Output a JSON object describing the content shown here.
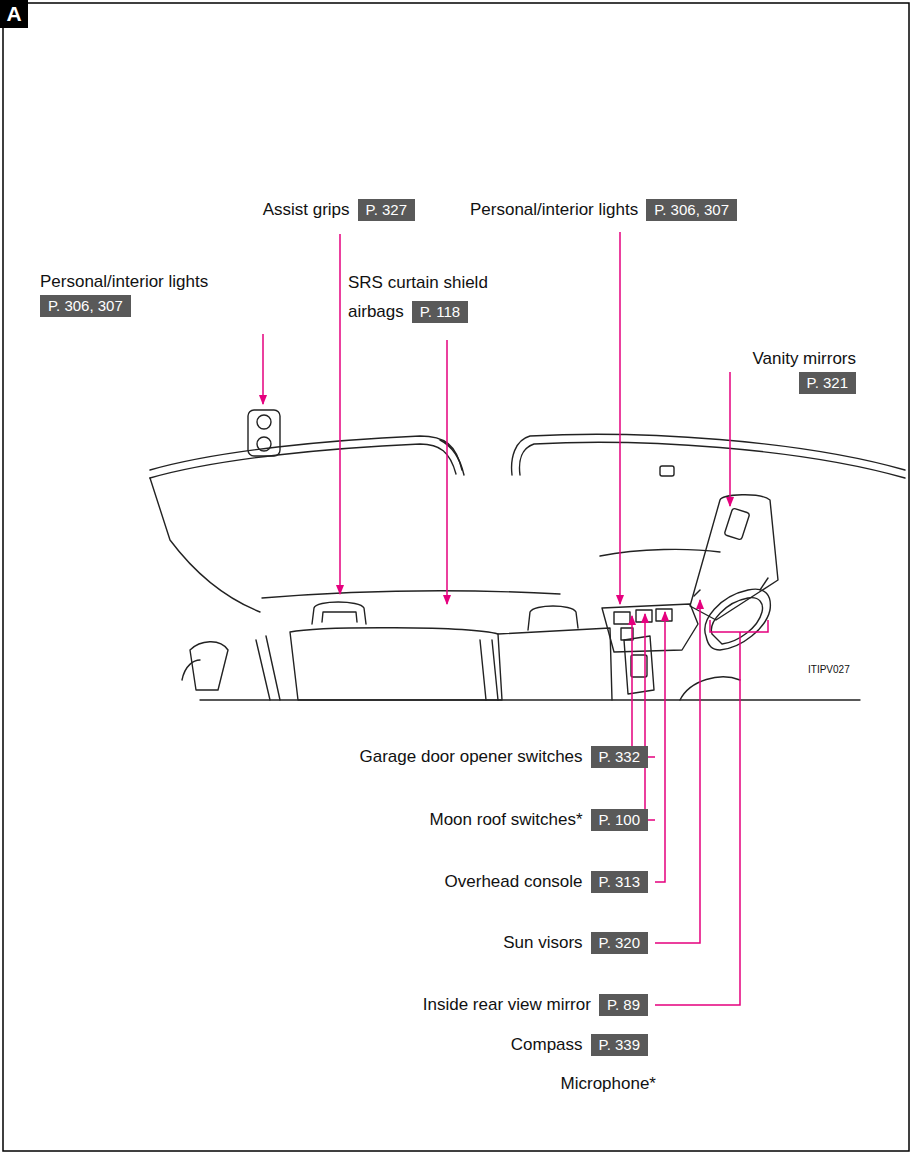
{
  "diagram": {
    "nodes": [
      {
        "text": [
          "A"
        ]
      },
      {
        "text": [
          "Assist grips",
          "P. 327"
        ]
      },
      {
        "text": [
          "Personal/interior lights",
          "P. 306, 307"
        ]
      },
      {
        "text": [
          "Personal/interior lights",
          "P. 306, 307"
        ]
      },
      {
        "text": [
          "SRS curtain shield airbags",
          "P. 118"
        ]
      },
      {
        "text": [
          "Vanity mirrors",
          "P. 321"
        ]
      },
      {
        "text": [
          "Garage door opener switches",
          "P. 332"
        ]
      },
      {
        "text": [
          "Moon roof switches*",
          "P. 100"
        ]
      },
      {
        "text": [
          "Overhead console",
          "P. 313"
        ]
      },
      {
        "text": [
          "Sun visors",
          "P. 320"
        ]
      },
      {
        "text": [
          "Inside rear view mirror",
          "P. 89"
        ]
      },
      {
        "text": [
          "Compass",
          "P. 339"
        ]
      }
    ],
    "labels": [
      "Microphone*",
      "ITIPV027"
    ]
  }
}
